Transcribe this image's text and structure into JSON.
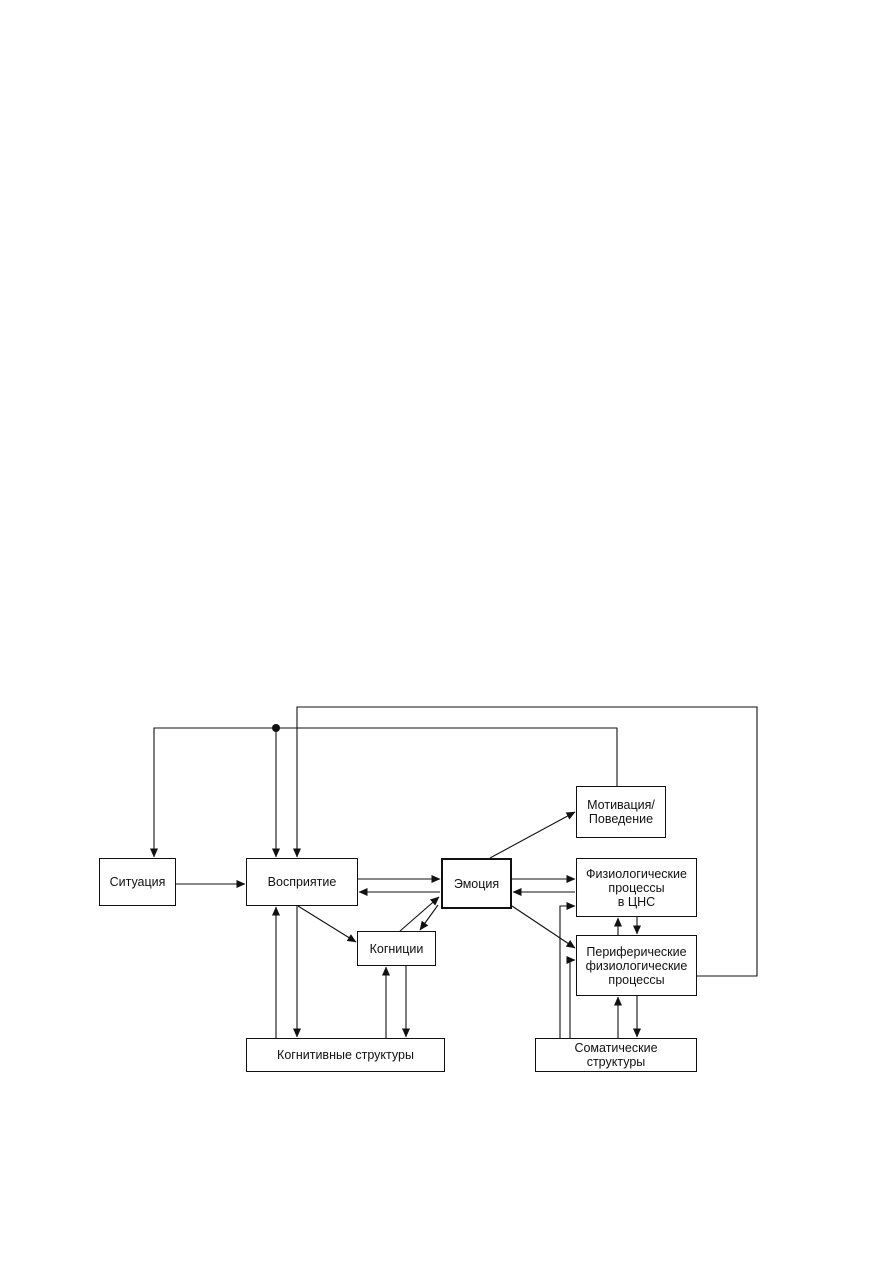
{
  "diagram": {
    "nodes": {
      "situation": "Ситуация",
      "perception": "Восприятие",
      "emotion": "Эмоция",
      "cognitions": "Когниции",
      "motivation": "Мотивация/\nПоведение",
      "cns": "Физиологические\nпроцессы\nв ЦНС",
      "peripheral": "Периферические\nфизиологические\nпроцессы",
      "cognitive_structures": "Когнитивные структуры",
      "somatic_structures": "Соматические\nструктуры"
    },
    "line_color": "#111111",
    "background": "#ffffff"
  }
}
